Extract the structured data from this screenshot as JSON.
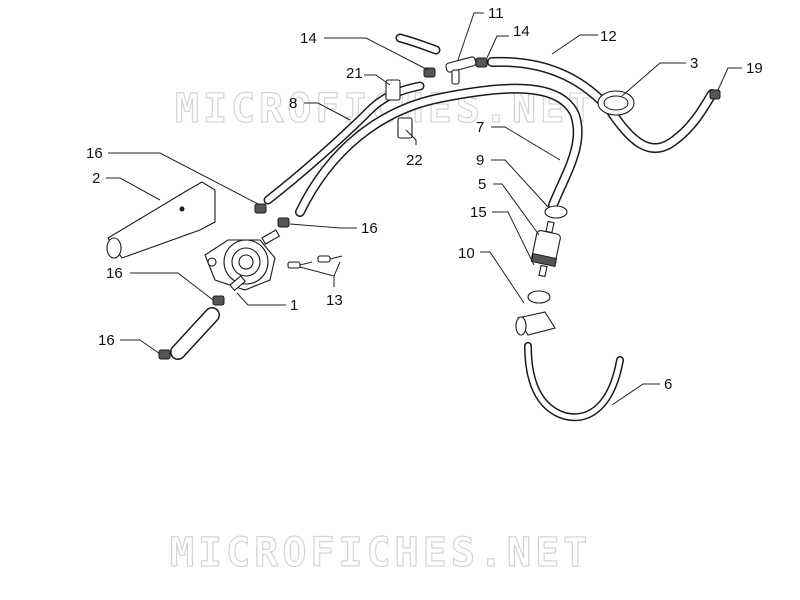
{
  "watermark": {
    "top_text": "MICROFICHES.NET",
    "bottom_text": "MICROFICHES.NET"
  },
  "callouts": [
    {
      "id": "c1",
      "number": "1"
    },
    {
      "id": "c2",
      "number": "2"
    },
    {
      "id": "c3",
      "number": "3"
    },
    {
      "id": "c5",
      "number": "5"
    },
    {
      "id": "c6",
      "number": "6"
    },
    {
      "id": "c7",
      "number": "7"
    },
    {
      "id": "c8",
      "number": "8"
    },
    {
      "id": "c9",
      "number": "9"
    },
    {
      "id": "c10",
      "number": "10"
    },
    {
      "id": "c11",
      "number": "11"
    },
    {
      "id": "c12",
      "number": "12"
    },
    {
      "id": "c13",
      "number": "13"
    },
    {
      "id": "c14a",
      "number": "14"
    },
    {
      "id": "c14b",
      "number": "14"
    },
    {
      "id": "c15",
      "number": "15"
    },
    {
      "id": "c16a",
      "number": "16"
    },
    {
      "id": "c16b",
      "number": "16"
    },
    {
      "id": "c16c",
      "number": "16"
    },
    {
      "id": "c16d",
      "number": "16"
    },
    {
      "id": "c19",
      "number": "19"
    },
    {
      "id": "c21",
      "number": "21"
    },
    {
      "id": "c22",
      "number": "22"
    }
  ]
}
